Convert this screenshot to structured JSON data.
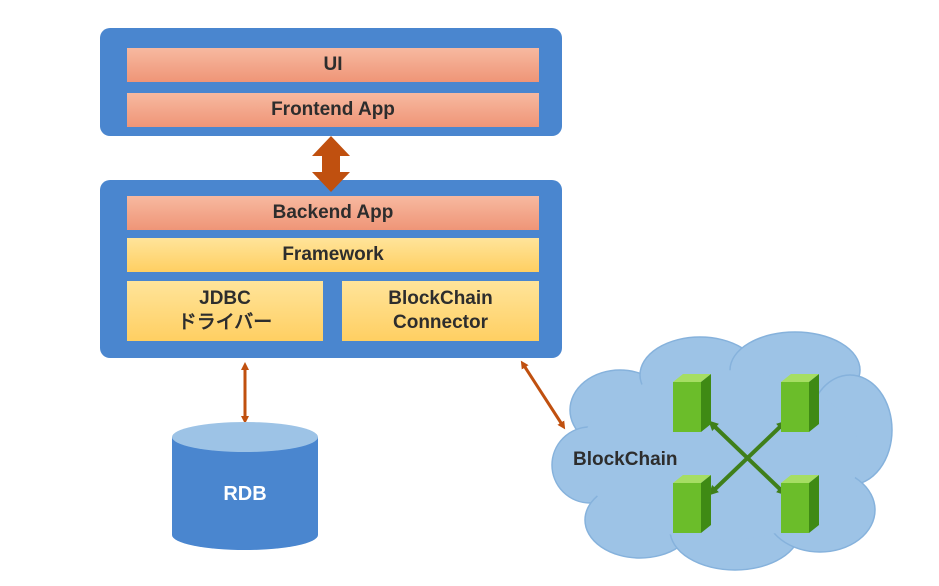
{
  "frontend": {
    "ui_label": "UI",
    "app_label": "Frontend App"
  },
  "backend": {
    "app_label": "Backend App",
    "framework_label": "Framework",
    "jdbc_line1": "JDBC",
    "jdbc_line2": "ドライバー",
    "bc_line1": "BlockChain",
    "bc_line2": "Connector"
  },
  "rdb": {
    "label": "RDB"
  },
  "blockchain": {
    "label": "BlockChain"
  },
  "colors": {
    "panel": "#4a86cf",
    "salmon": "#f4a585",
    "yellow": "#ffd86e",
    "arrow": "#c0500f",
    "cloud": "#9dc3e6",
    "node": "#6bbd2a",
    "node_arrow": "#3f7f1a"
  }
}
